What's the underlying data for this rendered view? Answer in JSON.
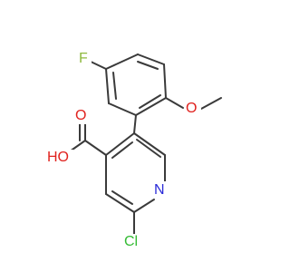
{
  "molecule": {
    "atom_labels": {
      "fluoro": "F",
      "methoxy_oxygen": "O",
      "carbonyl_oxygen": "O",
      "hydroxyl": "HO",
      "pyridine_nitrogen": "N",
      "chloro": "Cl"
    },
    "colors": {
      "bond": "#3a3a3a",
      "fluorine": "#8fb93f",
      "oxygen": "#e0221e",
      "nitrogen": "#2a2ad8",
      "chlorine": "#33bb33"
    }
  }
}
